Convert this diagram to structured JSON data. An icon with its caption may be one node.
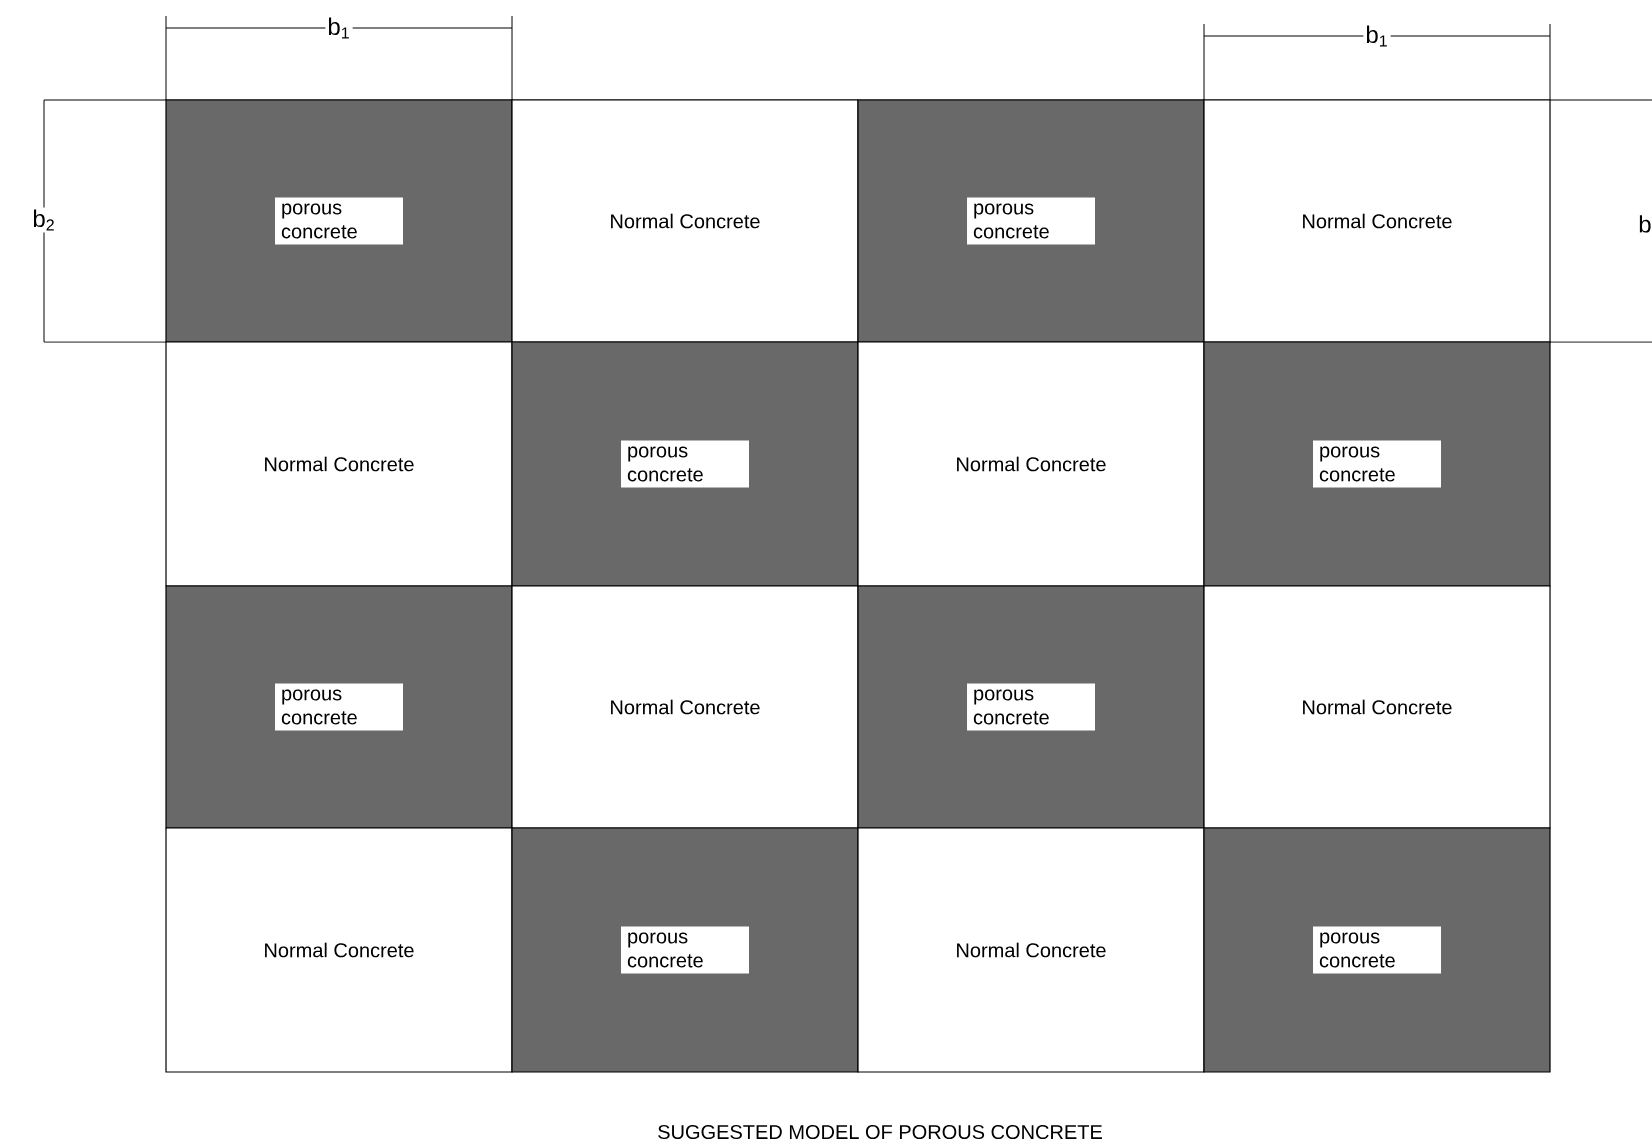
{
  "diagram": {
    "caption": "SUGGESTED MODEL OF POROUS CONCRETE",
    "nodes": [
      {
        "text": [
          "porous concrete"
        ]
      },
      {
        "text": [
          "Normal Concrete"
        ]
      },
      {
        "text": [
          "porous concrete"
        ]
      },
      {
        "text": [
          "Normal Concrete"
        ]
      },
      {
        "text": [
          "Normal Concrete"
        ]
      },
      {
        "text": [
          "porous concrete"
        ]
      },
      {
        "text": [
          "Normal Concrete"
        ]
      },
      {
        "text": [
          "porous concrete"
        ]
      },
      {
        "text": [
          "porous concrete"
        ]
      },
      {
        "text": [
          "Normal Concrete"
        ]
      },
      {
        "text": [
          "porous concrete"
        ]
      },
      {
        "text": [
          "Normal Concrete"
        ]
      },
      {
        "text": [
          "Normal Concrete"
        ]
      },
      {
        "text": [
          "porous concrete"
        ]
      },
      {
        "text": [
          "Normal Concrete"
        ]
      },
      {
        "text": [
          "porous concrete"
        ]
      }
    ],
    "labels": [
      "b$_{1}$",
      "b$_{1}$",
      "b$_{2}$",
      "b"
    ]
  }
}
